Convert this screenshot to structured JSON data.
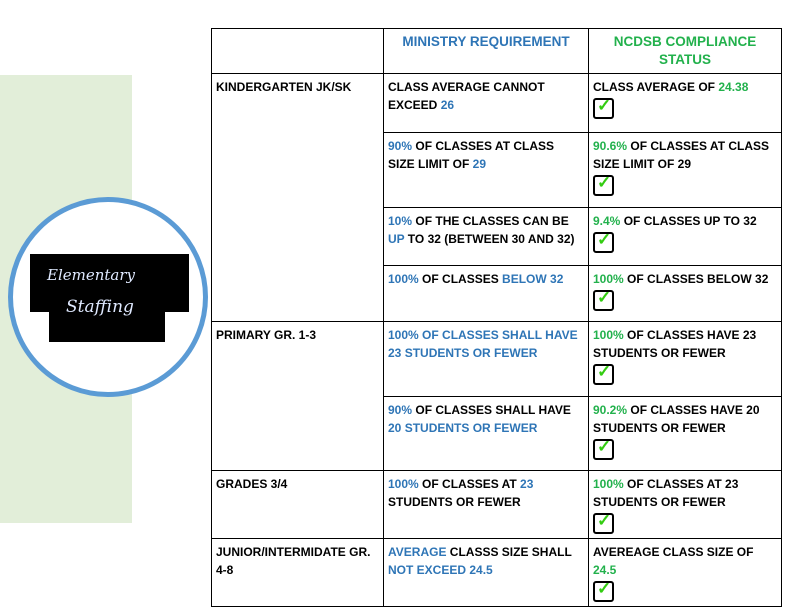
{
  "logo": {
    "line1": "Elementary",
    "line2": "Staffing"
  },
  "header": {
    "col1": "",
    "col2": "MINISTRY REQUIREMENT",
    "col3": "NCDSB COMPLIANCE STATUS"
  },
  "rows": [
    {
      "group": "KINDERGARTEN JK/SK",
      "span": 4,
      "h": 59,
      "req": [
        {
          "t": "CLASS AVERAGE CANNOT EXCEED "
        },
        {
          "t": "26",
          "c": "blue"
        }
      ],
      "status": [
        {
          "t": "CLASS AVERAGE OF "
        },
        {
          "t": "24.38",
          "c": "green"
        }
      ],
      "check": true
    },
    {
      "h": 75,
      "req": [
        {
          "t": "90%",
          "c": "blue"
        },
        {
          "t": " OF CLASSES AT CLASS SIZE LIMIT OF "
        },
        {
          "t": "29",
          "c": "blue"
        }
      ],
      "status": [
        {
          "t": "90.6%",
          "c": "green"
        },
        {
          "t": " OF CLASSES AT CLASS SIZE LIMIT OF 29"
        }
      ],
      "check": true
    },
    {
      "h": 58,
      "req": [
        {
          "t": "10%",
          "c": "blue"
        },
        {
          "t": " OF THE CLASSES CAN BE "
        },
        {
          "t": "UP",
          "c": "blue"
        },
        {
          "t": " TO 32 (BETWEEN 30 AND 32)"
        }
      ],
      "status": [
        {
          "t": "9.4%",
          "c": "green"
        },
        {
          "t": " OF CLASSES UP TO 32"
        }
      ],
      "check": true
    },
    {
      "h": 56,
      "req": [
        {
          "t": "100%",
          "c": "blue"
        },
        {
          "t": " OF CLASSES "
        },
        {
          "t": "BELOW 32",
          "c": "blue"
        }
      ],
      "status": [
        {
          "t": "100%",
          "c": "green"
        },
        {
          "t": " OF CLASSES BELOW 32"
        }
      ],
      "check": true
    },
    {
      "group": "PRIMARY GR. 1-3",
      "span": 2,
      "h": 75,
      "req": [
        {
          "t": "100% OF CLASSES SHALL HAVE ",
          "c": "blue"
        },
        {
          "t": "23",
          "c": "blue"
        },
        {
          "t": " STUDENTS OR FEWER",
          "c": "blue"
        }
      ],
      "status": [
        {
          "t": "100%",
          "c": "green"
        },
        {
          "t": " OF CLASSES HAVE 23 STUDENTS OR FEWER"
        }
      ],
      "check": true
    },
    {
      "h": 74,
      "req": [
        {
          "t": "90%",
          "c": "blue"
        },
        {
          "t": " OF CLASSES SHALL HAVE "
        },
        {
          "t": "20",
          "c": "blue"
        },
        {
          "t": " STUDENTS OR FEWER",
          "c": "blue"
        }
      ],
      "status": [
        {
          "t": "90.2%",
          "c": "green"
        },
        {
          "t": " OF CLASSES HAVE 20 STUDENTS OR FEWER"
        }
      ],
      "check": true
    },
    {
      "group": "GRADES 3/4",
      "span": 1,
      "h": 54,
      "req": [
        {
          "t": "100%",
          "c": "blue"
        },
        {
          "t": " OF CLASSES AT "
        },
        {
          "t": "23",
          "c": "blue"
        },
        {
          "t": " STUDENTS OR FEWER"
        }
      ],
      "status": [
        {
          "t": "100%",
          "c": "green"
        },
        {
          "t": " OF CLASSES AT 23 STUDENTS OR FEWER"
        }
      ],
      "check": true
    },
    {
      "group": "JUNIOR/INTERMIDATE GR. 4-8",
      "span": 1,
      "h": 60,
      "req": [
        {
          "t": "AVERAGE",
          "c": "blue"
        },
        {
          "t": " CLASSS SIZE SHALL "
        },
        {
          "t": "NOT EXCEED 24.5",
          "c": "blue"
        }
      ],
      "status": [
        {
          "t": "AVEREAGE CLASS SIZE OF "
        },
        {
          "t": "24.5",
          "c": "green"
        }
      ],
      "check": true
    }
  ]
}
